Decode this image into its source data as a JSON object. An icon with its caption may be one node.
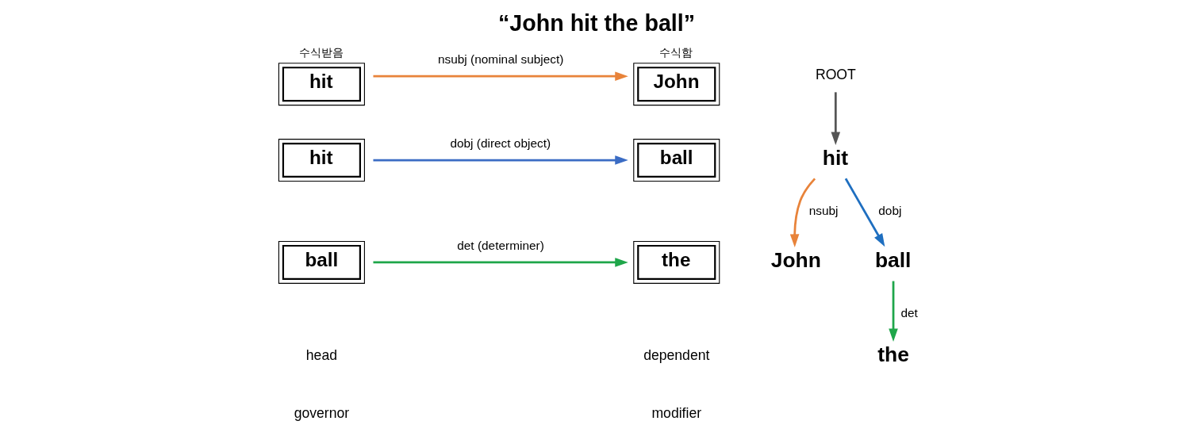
{
  "diagram": {
    "title": "“John hit the ball”",
    "nodes": [
      {
        "text": [
          "hit"
        ],
        "beside": [
          "수식받음"
        ]
      },
      {
        "text": [
          "John"
        ],
        "beside": [
          "수식함"
        ]
      },
      {
        "text": [
          "hit"
        ]
      },
      {
        "text": [
          "ball"
        ]
      },
      {
        "text": [
          "ball"
        ]
      },
      {
        "text": [
          "the"
        ]
      },
      {
        "text": [
          "ROOT"
        ]
      },
      {
        "text": [
          "hit"
        ]
      },
      {
        "text": [
          "John"
        ]
      },
      {
        "text": [
          "ball"
        ]
      },
      {
        "text": [
          "the"
        ]
      }
    ],
    "edges": [
      {
        "from": 0,
        "to": 1,
        "arrow": "to",
        "label": "nsubj (nominal subject)",
        "color": "#e8833a"
      },
      {
        "from": 2,
        "to": 3,
        "arrow": "to",
        "label": "dobj (direct object)",
        "color": "#3b6cc4"
      },
      {
        "from": 4,
        "to": 5,
        "arrow": "to",
        "label": "det (determiner)",
        "color": "#1fa64a"
      },
      {
        "from": 6,
        "to": 7,
        "arrow": "to",
        "color": "#555555"
      },
      {
        "from": 7,
        "to": 8,
        "arrow": "to",
        "label": "nsubj",
        "color": "#e8833a"
      },
      {
        "from": 7,
        "to": 9,
        "arrow": "to",
        "label": "dobj",
        "color": "#1f6fc0"
      },
      {
        "from": 9,
        "to": 10,
        "arrow": "to",
        "label": "det",
        "color": "#1fa64a"
      }
    ],
    "labels": [
      "head",
      "governor",
      "dependent",
      "modifier"
    ]
  }
}
